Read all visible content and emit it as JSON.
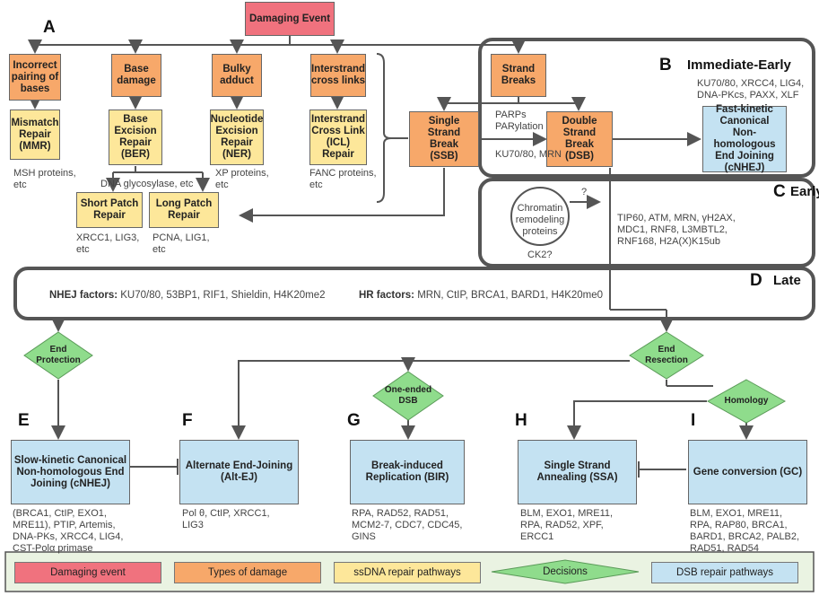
{
  "letters": {
    "a": "A",
    "b": "B",
    "c": "C",
    "d": "D",
    "e": "E",
    "f": "F",
    "g": "G",
    "h": "H",
    "i": "I"
  },
  "phases": {
    "immediate_early": "Immediate-Early",
    "early": "Early",
    "late": "Late"
  },
  "top": {
    "damaging_event": "Damaging Event"
  },
  "damage_types": {
    "incorrect_pairing": "Incorrect\npairing of\nbases",
    "base_damage": "Base\ndamage",
    "bulky_adduct": "Bulky\nadduct",
    "interstrand": "Interstrand\ncross links",
    "strand_breaks": "Strand\nBreaks",
    "ssb": "Single\nStrand\nBreak\n(SSB)",
    "dsb": "Double\nStrand\nBreak\n(DSB)"
  },
  "ssdna_pathways": {
    "mmr": "Mismatch\nRepair\n(MMR)",
    "ber": "Base\nExcision\nRepair\n(BER)",
    "ner": "Nucleotide\nExcision\nRepair\n(NER)",
    "icl": "Interstrand\nCross Link\n(ICL) Repair",
    "short_patch": "Short Patch\nRepair",
    "long_patch": "Long Patch\nRepair"
  },
  "notes": {
    "mmr": "MSH proteins,\netc",
    "ber": "DNA glycosylase, etc",
    "ner": "XP proteins,\netc",
    "icl": "FANC proteins,\netc",
    "short_patch": "XRCC1, LIG3,\netc",
    "long_patch": "PCNA,  LIG1,\netc",
    "parps": "PARPs\nPARylation",
    "ku_mrn": "KU70/80, MRN",
    "cnhej_fast": "KU70/80, XRCC4, LIG4,\nDNA-PKcs, PAXX, XLF",
    "chromatin": "Chromatin\nremodeling\nproteins",
    "question": "?",
    "ck2": "CK2?",
    "early": "TIP60, ATM, MRN, γH2AX,\nMDC1, RNF8, L3MBTL2,\nRNF168, H2A(X)K15ub",
    "e": "(BRCA1, CtIP, EXO1,\nMRE11), PTIP, Artemis,\nDNA-PKs, XRCC4, LIG4,\nCST-Polα primase",
    "f": "Pol θ, CtIP, XRCC1,\nLIG3",
    "g": "RPA, RAD52, RAD51,\nMCM2-7, CDC7, CDC45,\nGINS",
    "h": "BLM, EXO1, MRE11,\nRPA, RAD52, XPF,\nERCC1",
    "i": "BLM, EXO1, MRE11,\nRPA, RAP80, BRCA1,\nBARD1, BRCA2, PALB2,\nRAD51, RAD54"
  },
  "late": {
    "nhej_label": "NHEJ factors:",
    "nhej_values": "KU70/80, 53BP1, RIF1, Shieldin, H4K20me2",
    "hr_label": "HR factors:",
    "hr_values": "MRN, CtIP, BRCA1, BARD1, H4K20me0"
  },
  "dsb_pathways": {
    "fast_cnhej": "Fast-kinetic\nCanonical\nNon-homologous\nEnd Joining\n(cNHEJ)",
    "slow_cnhej": "Slow-kinetic Canonical\nNon-homologous End\nJoining (cNHEJ)",
    "alt_ej": "Alternate End-Joining\n(Alt-EJ)",
    "bir": "Break-induced\nReplication (BIR)",
    "ssa": "Single Strand\nAnnealing (SSA)",
    "gc": "Gene conversion (GC)"
  },
  "decisions": {
    "end_protection": "End\nProtection",
    "end_resection": "End\nResection",
    "one_ended": "One-ended\nDSB",
    "homology": "Homology"
  },
  "legend": {
    "damaging_event": "Damaging event",
    "types_of_damage": "Types of damage",
    "ssdna": "ssDNA repair pathways",
    "decisions": "Decisions",
    "dsb": "DSB repair pathways"
  },
  "colors": {
    "damaging_event": "#f0727e",
    "damage": "#f7a86a",
    "ssdna": "#fde79a",
    "decision": "#8fdc8c",
    "dsb": "#c4e2f2",
    "legend_bg": "#eaf3e2"
  }
}
